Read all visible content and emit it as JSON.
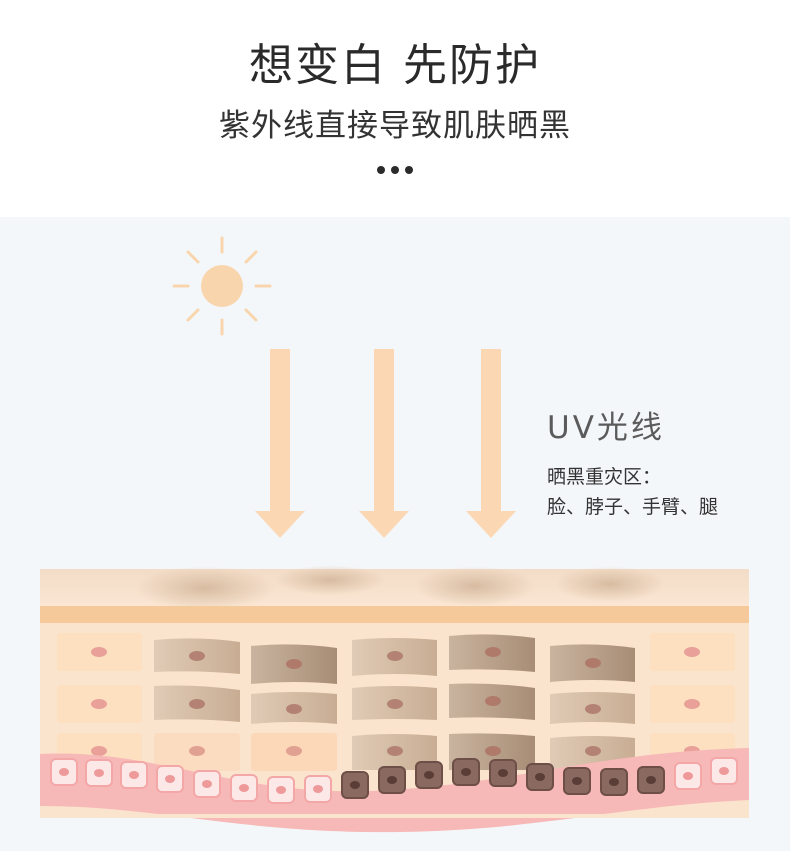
{
  "header": {
    "title": "想变白 先防护",
    "subtitle": "紫外线直接导致肌肤晒黑"
  },
  "uv_info": {
    "title": "UV光线",
    "desc_line1": "晒黑重灾区：",
    "desc_line2": "脸、脖子、手臂、腿"
  },
  "colors": {
    "background": "#f4f7fa",
    "sun": "#f9d5ad",
    "arrow": "#fbd8b3",
    "skin_light": "#fde3c8",
    "skin_dark": "#b79a82",
    "base_layer": "#f7b9b7"
  }
}
